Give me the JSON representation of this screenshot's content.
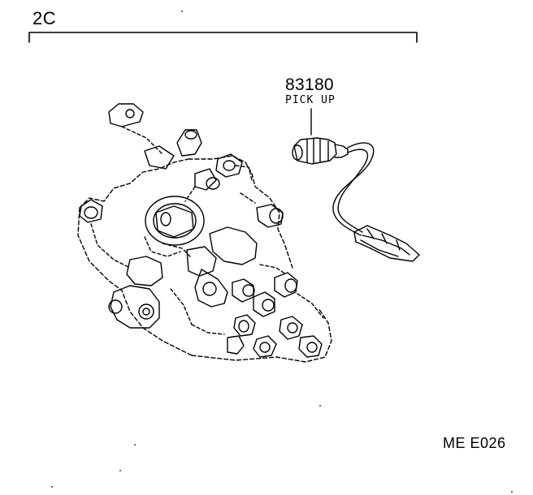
{
  "diagram": {
    "engine_code": "2C",
    "part": {
      "number": "83180",
      "name": "PICK UP"
    },
    "reference_code": "ME E026",
    "components": [
      "injection-pump",
      "pickup-sensor",
      "sensor-connector"
    ]
  }
}
